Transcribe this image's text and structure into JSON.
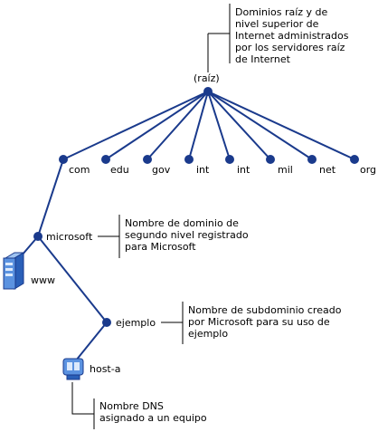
{
  "colors": {
    "line": "#1a3a8c",
    "node": "#1a3a8c",
    "callout": "#000000"
  },
  "root": {
    "label": "(raíz)"
  },
  "tld": [
    "com",
    "edu",
    "gov",
    "int",
    "int",
    "mil",
    "net",
    "org"
  ],
  "second_level": {
    "label": "microsoft"
  },
  "server": {
    "label": "www",
    "icon": "server-icon"
  },
  "subdomain": {
    "label": "ejemplo"
  },
  "host": {
    "label": "host-a",
    "icon": "computer-icon"
  },
  "callouts": {
    "root": [
      "Dominios raíz y de",
      "nivel superior de",
      "Internet administrados",
      "por los servidores raíz",
      "de Internet"
    ],
    "second_level": [
      "Nombre de dominio de",
      "segundo nivel registrado",
      "para Microsoft"
    ],
    "subdomain": [
      "Nombre de subdominio creado",
      "por Microsoft para su uso de",
      "ejemplo"
    ],
    "host": [
      "Nombre DNS",
      "asignado a un equipo"
    ]
  }
}
